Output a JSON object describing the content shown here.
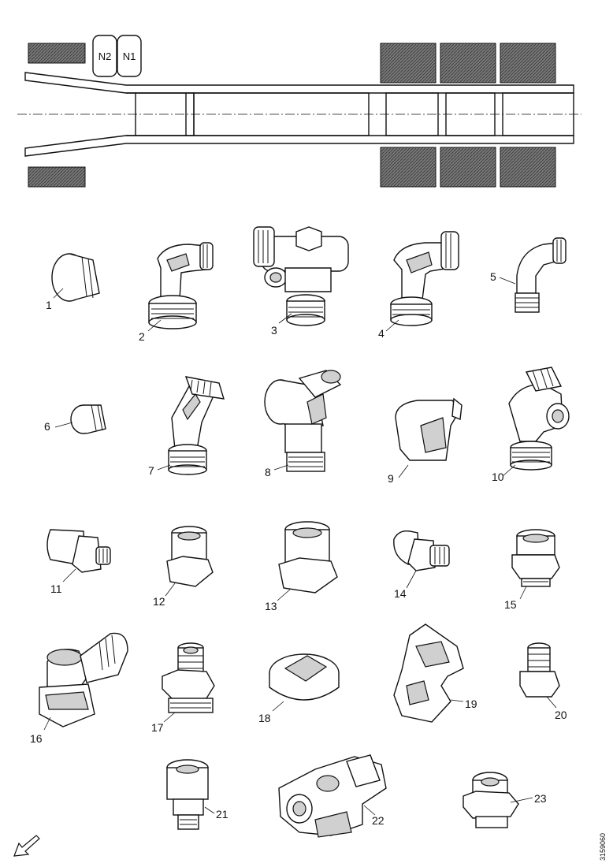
{
  "chassis": {
    "tank_labels": [
      "N2",
      "N1"
    ],
    "colors": {
      "block_fill": "#6f6f6f",
      "line": "#111111"
    }
  },
  "parts": [
    {
      "number": "1"
    },
    {
      "number": "2"
    },
    {
      "number": "3"
    },
    {
      "number": "4"
    },
    {
      "number": "5"
    },
    {
      "number": "6"
    },
    {
      "number": "7"
    },
    {
      "number": "8"
    },
    {
      "number": "9"
    },
    {
      "number": "10"
    },
    {
      "number": "11"
    },
    {
      "number": "12"
    },
    {
      "number": "13"
    },
    {
      "number": "14"
    },
    {
      "number": "15"
    },
    {
      "number": "16"
    },
    {
      "number": "17"
    },
    {
      "number": "18"
    },
    {
      "number": "19"
    },
    {
      "number": "20"
    },
    {
      "number": "21"
    },
    {
      "number": "22"
    },
    {
      "number": "23"
    }
  ],
  "reference_code": "3159060",
  "icons": {
    "direction": "arrow-down-left-icon"
  }
}
